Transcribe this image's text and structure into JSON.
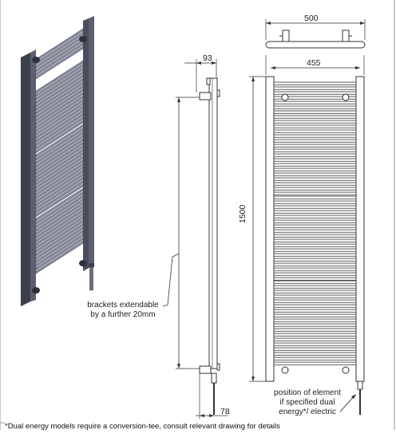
{
  "dimensions": {
    "top_width": "500",
    "bar_width": "455",
    "height": "1500",
    "depth": "93",
    "bottom_offset": "78"
  },
  "notes": {
    "brackets_line1": "brackets extendable",
    "brackets_line2": "by a further 20mm",
    "element_line1": "position of element",
    "element_line2": "if specified dual",
    "element_line3": "energy*/ electric"
  },
  "footnote": "*Dual energy models require a conversion-tee, consult relevant drawing for details",
  "colors": {
    "radiator_body": "#5b5f70",
    "radiator_dark": "#3c3f4c",
    "radiator_light": "#8a8ea0",
    "line": "#333333"
  }
}
